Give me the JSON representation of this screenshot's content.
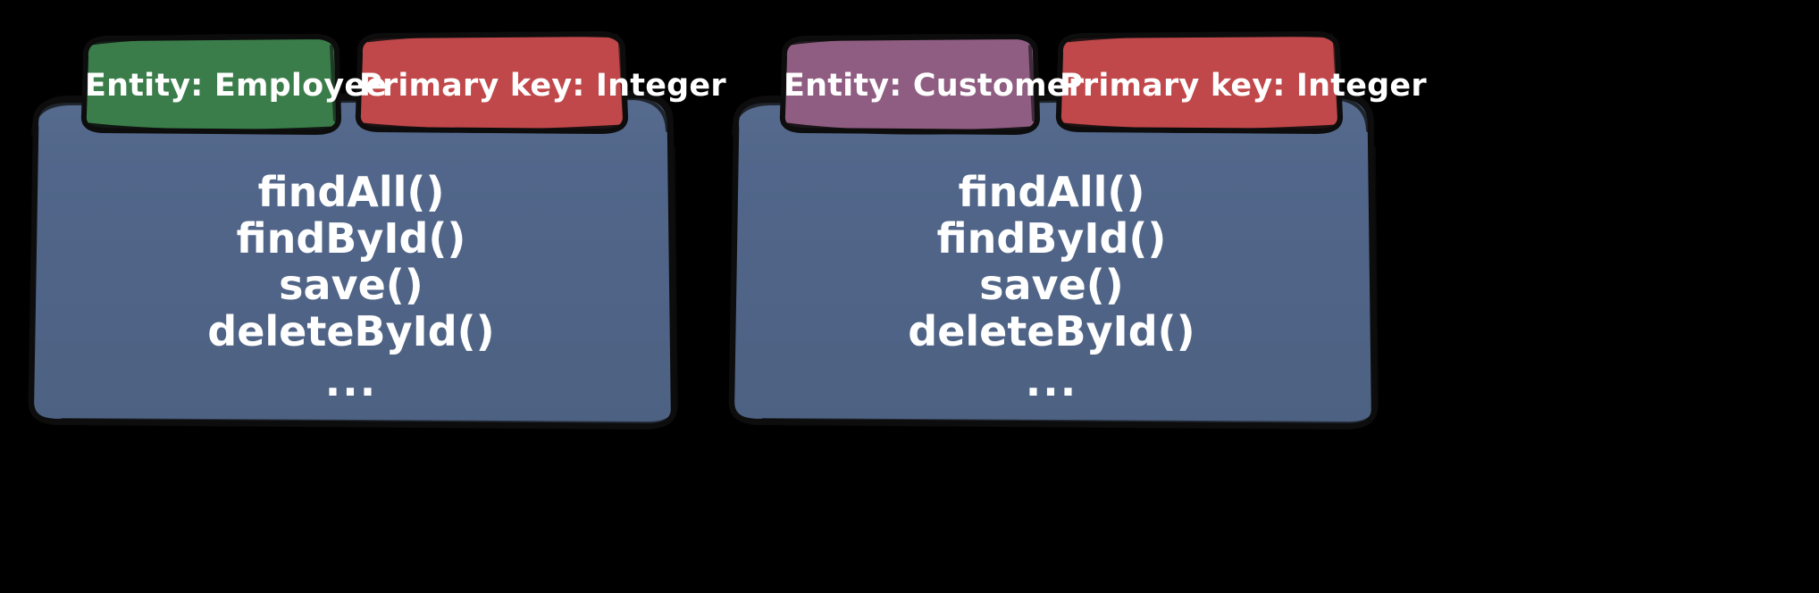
{
  "diagram": {
    "background_color": "#000000",
    "style": "hand-drawn",
    "card_fill": "#4e6384",
    "card_stroke": "#0d0d0d",
    "text_color": "#ffffff"
  },
  "cards": [
    {
      "id": "employee-repository",
      "badges": [
        {
          "id": "entity",
          "label": "Entity: Employee",
          "color": "#3a7d4a"
        },
        {
          "id": "primary-key",
          "label": "Primary key: Integer",
          "color": "#c0474a"
        }
      ],
      "methods": [
        "findAll()",
        "findById()",
        "save()",
        "deleteById()"
      ],
      "ellipsis": "..."
    },
    {
      "id": "customer-repository",
      "badges": [
        {
          "id": "entity",
          "label": "Entity: Customer",
          "color": "#8f5d81"
        },
        {
          "id": "primary-key",
          "label": "Primary key: Integer",
          "color": "#c0474a"
        }
      ],
      "methods": [
        "findAll()",
        "findById()",
        "save()",
        "deleteById()"
      ],
      "ellipsis": "..."
    }
  ]
}
